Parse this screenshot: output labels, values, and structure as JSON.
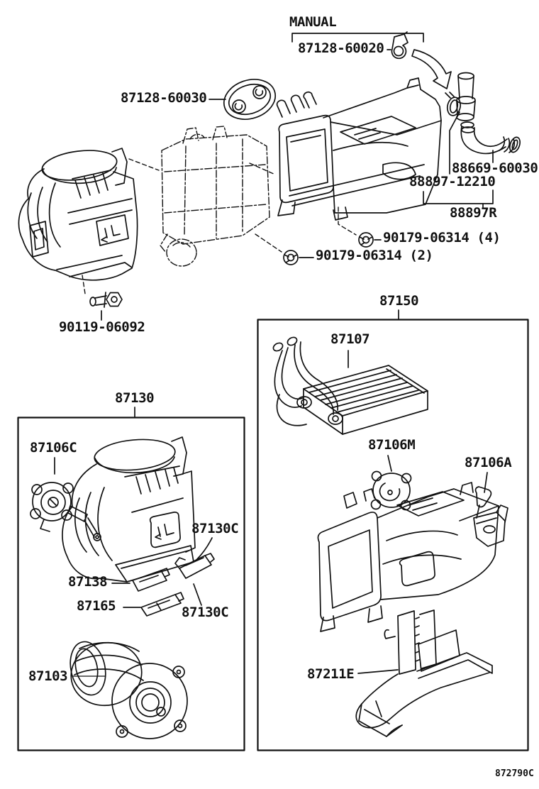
{
  "diagram": {
    "system_label": "MANUAL",
    "code": "872790C",
    "colors": {
      "line": "#111111",
      "background": "#ffffff"
    }
  },
  "callouts": {
    "clamp_manual": "87128-60020",
    "grommet": "87128-60030",
    "hose": "88669-60030",
    "water_pipe": "88897-12210",
    "pipe_assembly": "88897R",
    "nut_x4": "90179-06314 (4)",
    "nut_x2": "90179-06314 (2)",
    "bolt": "90119-06092",
    "heater_unit_assembly": "87150",
    "heater_core": "87107",
    "blower_assembly": "87130",
    "servo_c": "87106C",
    "servo_m": "87106M",
    "servo_a": "87106A",
    "damper_upper": "87130C",
    "plate": "87138",
    "lever": "87165",
    "damper_lower": "87130C",
    "blower_motor": "87103",
    "duct": "87211E"
  }
}
